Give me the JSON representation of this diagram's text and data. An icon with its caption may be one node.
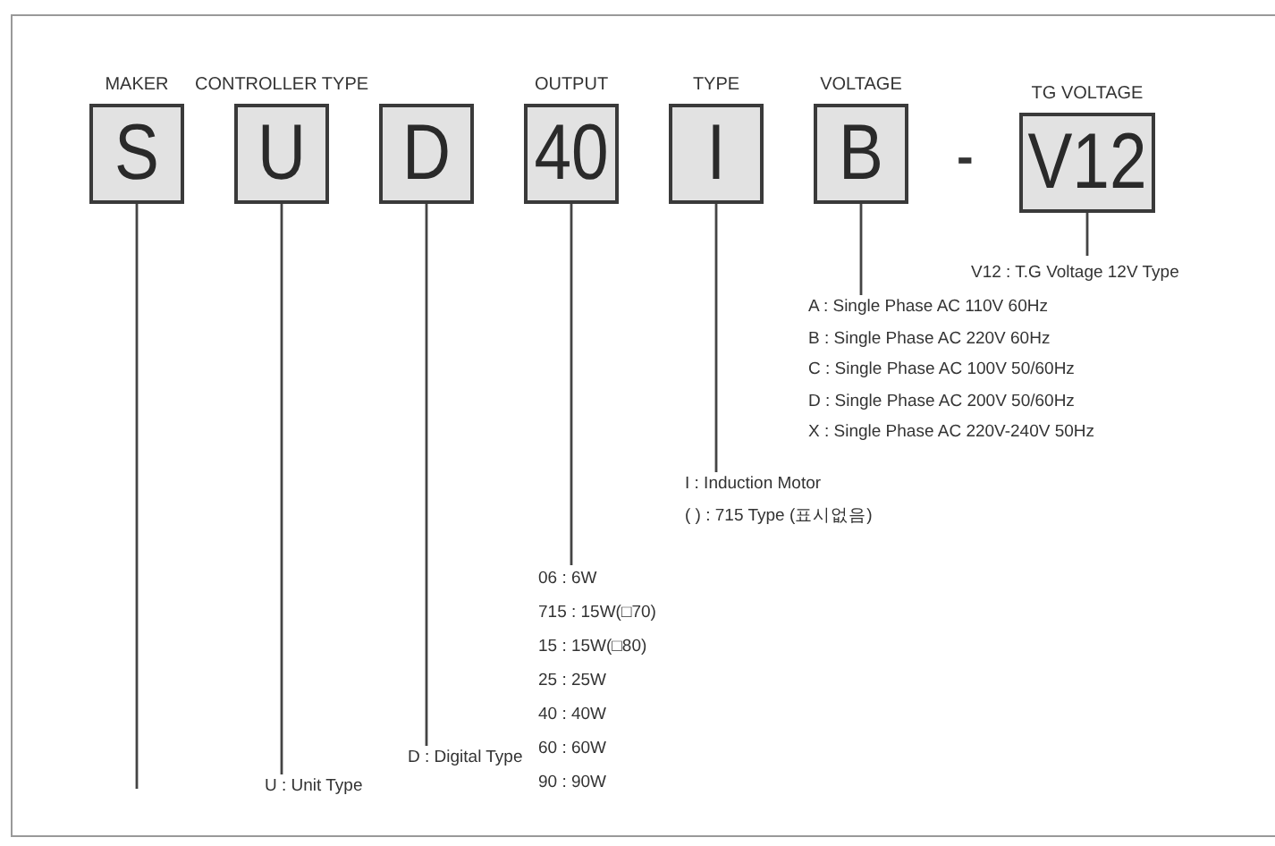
{
  "diagram": {
    "nodes": [
      {
        "text": [
          "MAKER",
          "S"
        ]
      },
      {
        "text": [
          "CONTROLLER TYPE",
          "U"
        ]
      },
      {
        "text": [
          "D"
        ]
      },
      {
        "text": [
          "OUTPUT",
          "40"
        ]
      },
      {
        "text": [
          "TYPE",
          "I"
        ]
      },
      {
        "text": [
          "VOLTAGE",
          "B"
        ]
      },
      {
        "text": [
          "TG VOLTAGE",
          "V12"
        ]
      },
      {
        "text": [
          "V12 : T.G Voltage 12V Type"
        ]
      },
      {
        "text": [
          "A : Single Phase AC 110V 60Hz",
          "B : Single Phase AC 220V 60Hz",
          "C : Single Phase AC 100V 50/60Hz",
          "D : Single Phase AC 200V 50/60Hz",
          "X : Single Phase AC 220V-240V 50Hz"
        ]
      },
      {
        "text": [
          "I : Induction Motor",
          "( ) : 715 Type (표시없음)"
        ]
      },
      {
        "text": [
          "06 : 6W",
          "715 : 15W(□70)",
          "15 : 15W(□80)",
          "25 : 25W",
          "40 : 40W",
          "60 : 60W",
          "90 : 90W"
        ]
      },
      {
        "text": [
          "D : Digital Type"
        ]
      },
      {
        "text": [
          "U : Unit Type"
        ]
      }
    ],
    "edges": [
      {
        "from": 0,
        "to": null,
        "arrow": "none"
      },
      {
        "from": 1,
        "to": 12,
        "arrow": "none"
      },
      {
        "from": 2,
        "to": 11,
        "arrow": "none"
      },
      {
        "from": 3,
        "to": 10,
        "arrow": "none"
      },
      {
        "from": 4,
        "to": 9,
        "arrow": "none"
      },
      {
        "from": 5,
        "to": 8,
        "arrow": "none"
      },
      {
        "from": 6,
        "to": 7,
        "arrow": "none"
      }
    ],
    "labels": [
      "-"
    ]
  }
}
